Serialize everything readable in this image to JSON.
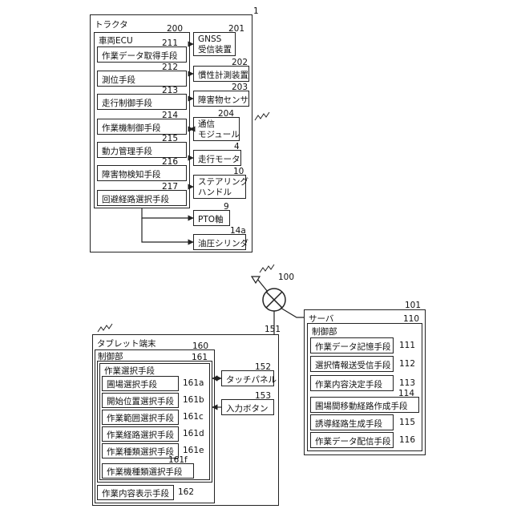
{
  "tractor": {
    "ref": "1",
    "title": "トラクタ",
    "ecu": {
      "ref": "200",
      "title": "車両ECU",
      "items": [
        {
          "ref": "211",
          "label": "作業データ取得手段"
        },
        {
          "ref": "212",
          "label": "測位手段"
        },
        {
          "ref": "213",
          "label": "走行制御手段"
        },
        {
          "ref": "214",
          "label": "作業機制御手段"
        },
        {
          "ref": "215",
          "label": "動力管理手段"
        },
        {
          "ref": "216",
          "label": "障害物検知手段"
        },
        {
          "ref": "217",
          "label": "回避経路選択手段"
        }
      ]
    },
    "devices": [
      {
        "ref": "201",
        "label": "GNSS\n受信装置"
      },
      {
        "ref": "202",
        "label": "慣性計測装置"
      },
      {
        "ref": "203",
        "label": "障害物センサ"
      },
      {
        "ref": "204",
        "label": "通信\nモジュール"
      },
      {
        "ref": "4",
        "label": "走行モータ"
      },
      {
        "ref": "10",
        "label": "ステアリング\nハンドル"
      },
      {
        "ref": "9",
        "label": "PTO軸"
      },
      {
        "ref": "14a",
        "label": "油圧シリンダ"
      }
    ]
  },
  "network": {
    "ref": "100"
  },
  "server": {
    "ref": "101",
    "title": "サーバ",
    "control": {
      "ref": "110",
      "title": "制御部",
      "items": [
        {
          "ref": "111",
          "label": "作業データ記憶手段"
        },
        {
          "ref": "112",
          "label": "選択情報送受信手段"
        },
        {
          "ref": "113",
          "label": "作業内容決定手段"
        },
        {
          "ref": "114",
          "label": "圃場間移動経路作成手段"
        },
        {
          "ref": "115",
          "label": "誘導経路生成手段"
        },
        {
          "ref": "116",
          "label": "作業データ配信手段"
        }
      ]
    }
  },
  "tablet": {
    "ref": "151",
    "title": "タブレット端末",
    "panel": {
      "ref": "160"
    },
    "control": {
      "ref": "161",
      "title": "制御部",
      "selection": {
        "title": "作業選択手段",
        "items": [
          {
            "ref": "161a",
            "label": "圃場選択手段"
          },
          {
            "ref": "161b",
            "label": "開始位置選択手段"
          },
          {
            "ref": "161c",
            "label": "作業範囲選択手段"
          },
          {
            "ref": "161d",
            "label": "作業経路選択手段"
          },
          {
            "ref": "161e",
            "label": "作業種類選択手段"
          },
          {
            "ref": "161f",
            "label": "作業機種類選択手段"
          }
        ]
      },
      "display": {
        "ref": "162",
        "label": "作業内容表示手段"
      }
    },
    "inputs": [
      {
        "ref": "152",
        "label": "タッチパネル"
      },
      {
        "ref": "153",
        "label": "入力ボタン"
      }
    ]
  }
}
